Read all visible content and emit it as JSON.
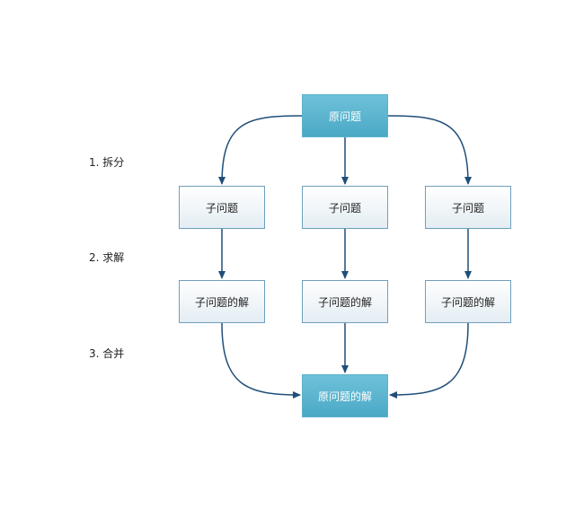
{
  "steps": {
    "split": "1. 拆分",
    "solve": "2. 求解",
    "merge": "3. 合并"
  },
  "nodes": {
    "root": "原问题",
    "sub_1": "子问题",
    "sub_2": "子问题",
    "sub_3": "子问题",
    "solution_1": "子问题的解",
    "solution_2": "子问题的解",
    "solution_3": "子问题的解",
    "result": "原问题的解"
  },
  "colors": {
    "edge": "#1f4e79",
    "primary_fill": "#4aa9c6",
    "sub_fill": "#e3edf3"
  }
}
